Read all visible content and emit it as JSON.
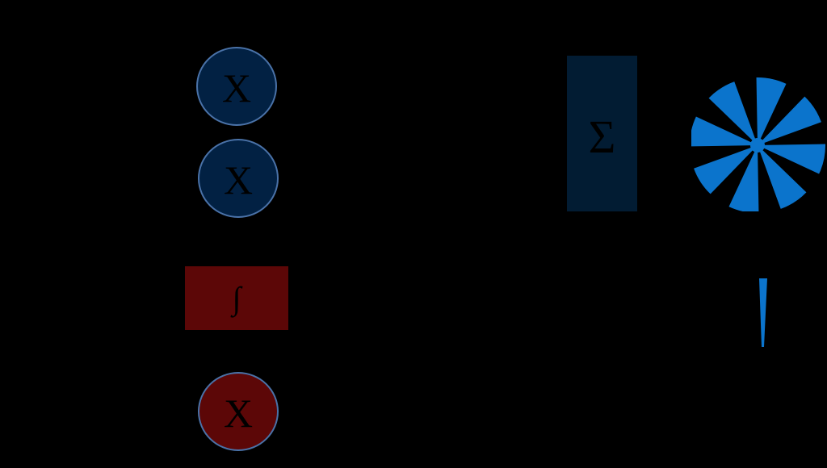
{
  "diagram": {
    "multiplier_top": {
      "symbol": "X",
      "fill": "#022143",
      "stroke": "#4a72a8"
    },
    "multiplier_middle": {
      "symbol": "X",
      "fill": "#022143",
      "stroke": "#4a72a8"
    },
    "integrator": {
      "symbol": "∫",
      "fill": "#5c0707"
    },
    "multiplier_bottom": {
      "symbol": "X",
      "fill": "#5c0707",
      "stroke": "#4a72a8"
    },
    "summation": {
      "symbol": "Σ",
      "fill": "#021c33"
    },
    "rotor": {
      "icon": "fan-rotor-icon",
      "color": "#0b74cc"
    },
    "needle": {
      "icon": "needle-pointer-icon",
      "color": "#0b74cc"
    }
  }
}
